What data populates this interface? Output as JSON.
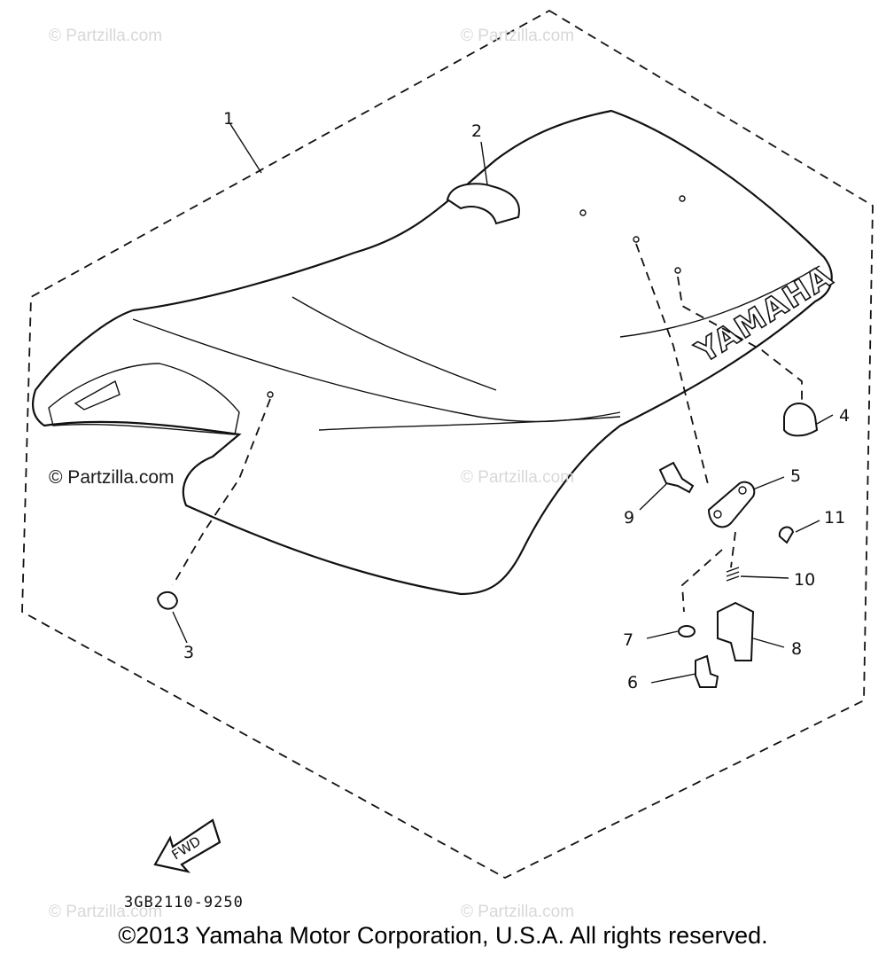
{
  "watermarks": {
    "top_left": "© Partzilla.com",
    "top_center": "© Partzilla.com",
    "mid_left": "© Partzilla.com",
    "mid_center": "© Partzilla.com",
    "bottom_left": "© Partzilla.com",
    "bottom_center": "© Partzilla.com"
  },
  "seat_logo": "YAMAHA",
  "fwd_label": "FWD",
  "diagram_code": "3GB2110-9250",
  "callouts": {
    "c1": "1",
    "c2": "2",
    "c3": "3",
    "c4": "4",
    "c5": "5",
    "c6": "6",
    "c7": "7",
    "c8": "8",
    "c9": "9",
    "c10": "10",
    "c11": "11"
  },
  "copyright": "©2013 Yamaha Motor Corporation, U.S.A. All rights reserved."
}
